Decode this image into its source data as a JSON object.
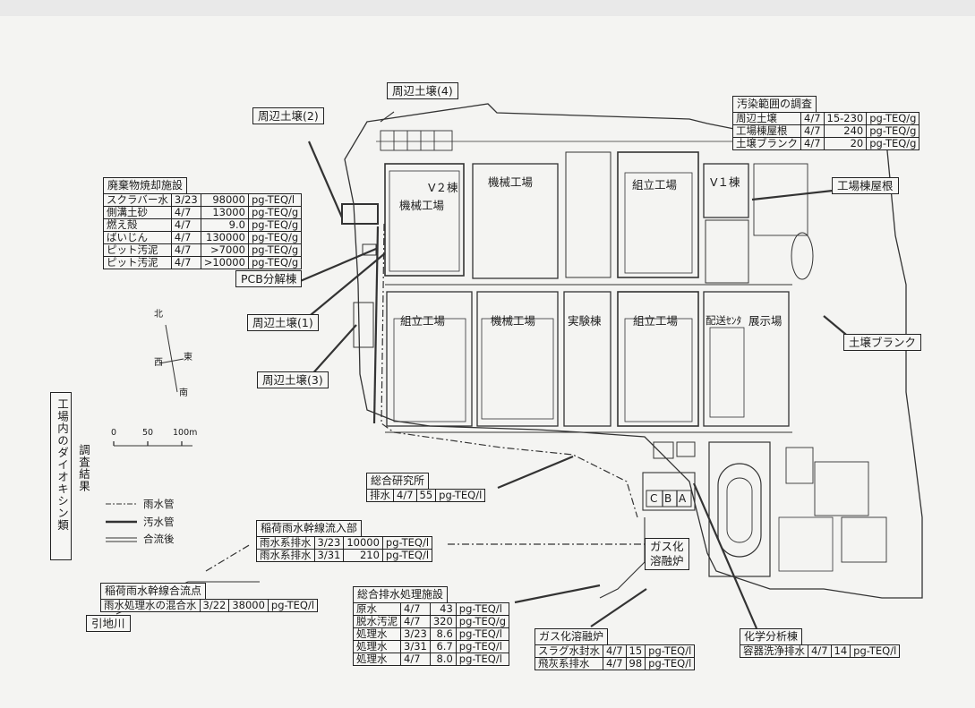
{
  "title_vertical": {
    "line1": "工場内のダイオキシン類",
    "line2": "調査結果"
  },
  "legend": {
    "rain": "雨水管",
    "sewage": "汚水管",
    "merged": "合流後"
  },
  "compass": {
    "n": "北",
    "s": "南",
    "e": "東",
    "w": "西"
  },
  "scale": {
    "t0": "0",
    "t1": "50",
    "t2": "100m"
  },
  "buildings": {
    "v2": "V２棟",
    "kikai1": "機械工場",
    "kikai2": "機械工場",
    "kumitate1": "組立工場",
    "v1": "V１棟",
    "kumitate2": "組立工場",
    "kikai3": "機械工場",
    "jikken": "実験棟",
    "kumitate3": "組立工場",
    "haisou": "配送ｾﾝﾀ",
    "tenji": "展示場",
    "c": "C",
    "b": "B",
    "a": "A"
  },
  "callouts": {
    "shuhen2": "周辺土壌(2)",
    "shuhen4": "周辺土壌(4)",
    "pcb": "PCB分解棟",
    "shuhen1": "周辺土壌(1)",
    "shuhen3": "周辺土壌(3)",
    "okujo": "工場棟屋根",
    "blank": "土壌ブランク",
    "gas_kanji": "ガス化",
    "gas_kanji2": "溶融炉",
    "hikichi": "引地川"
  },
  "tables": {
    "haikibutsu": {
      "title": "廃棄物焼却施設",
      "rows": [
        [
          "スクラバー水",
          "3/23",
          "98000",
          "pg-TEQ/l"
        ],
        [
          "側溝土砂",
          "4/7",
          "13000",
          "pg-TEQ/g"
        ],
        [
          "燃え殻",
          "4/7",
          "9.0",
          "pg-TEQ/g"
        ],
        [
          "ばいじん",
          "4/7",
          "130000",
          "pg-TEQ/g"
        ],
        [
          "ピット汚泥",
          "4/7",
          ">7000",
          "pg-TEQ/g"
        ],
        [
          "ピット汚泥",
          "4/7",
          ">10000",
          "pg-TEQ/g"
        ]
      ]
    },
    "osen": {
      "title": "汚染範囲の調査",
      "rows": [
        [
          "周辺土壌",
          "4/7",
          "15-230",
          "pg-TEQ/g"
        ],
        [
          "工場棟屋根",
          "4/7",
          "240",
          "pg-TEQ/g"
        ],
        [
          "土壌ブランク",
          "4/7",
          "20",
          "pg-TEQ/g"
        ]
      ]
    },
    "sogo_ken": {
      "title": "総合研究所",
      "rows": [
        [
          "排水",
          "4/7",
          "55",
          "pg-TEQ/l"
        ]
      ]
    },
    "inari_in": {
      "title": "稲荷雨水幹線流入部",
      "rows": [
        [
          "雨水系排水",
          "3/23",
          "10000",
          "pg-TEQ/l"
        ],
        [
          "雨水系排水",
          "3/31",
          "210",
          "pg-TEQ/l"
        ]
      ]
    },
    "inari_go": {
      "title": "稲荷雨水幹線合流点",
      "rows": [
        [
          "雨水処理水の混合水",
          "3/22",
          "38000",
          "pg-TEQ/l"
        ]
      ]
    },
    "sogo_hai": {
      "title": "総合排水処理施設",
      "rows": [
        [
          "原水",
          "4/7",
          "43",
          "pg-TEQ/l"
        ],
        [
          "脱水汚泥",
          "4/7",
          "320",
          "pg-TEQ/g"
        ],
        [
          "処理水",
          "3/23",
          "8.6",
          "pg-TEQ/l"
        ],
        [
          "処理水",
          "3/31",
          "6.7",
          "pg-TEQ/l"
        ],
        [
          "処理水",
          "4/7",
          "8.0",
          "pg-TEQ/l"
        ]
      ]
    },
    "gasu": {
      "title": "ガス化溶融炉",
      "rows": [
        [
          "スラグ水封水",
          "4/7",
          "15",
          "pg-TEQ/l"
        ],
        [
          "飛灰系排水",
          "4/7",
          "98",
          "pg-TEQ/l"
        ]
      ]
    },
    "kagaku": {
      "title": "化学分析棟",
      "rows": [
        [
          "容器洗浄排水",
          "4/7",
          "14",
          "pg-TEQ/l"
        ]
      ]
    }
  }
}
